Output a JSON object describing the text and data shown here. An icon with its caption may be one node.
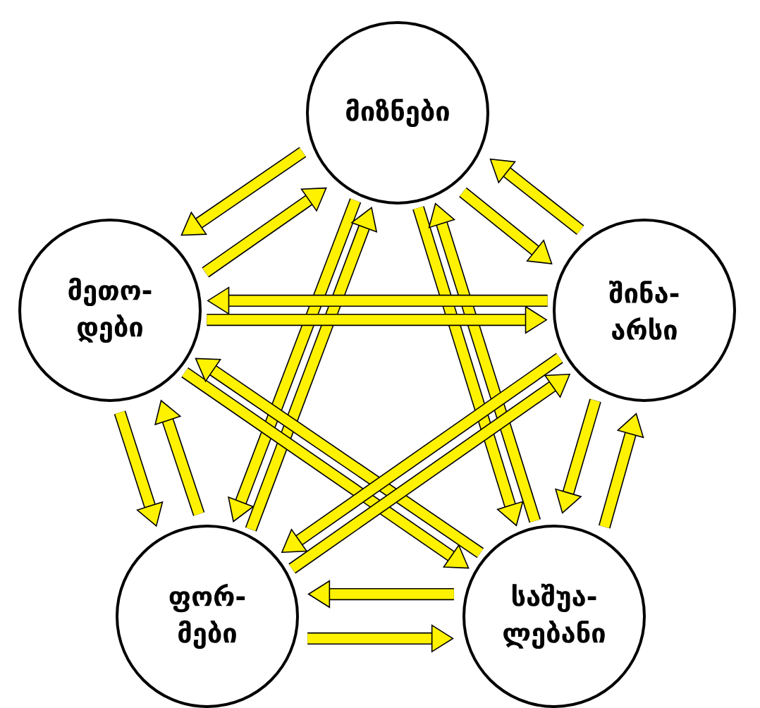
{
  "diagram": {
    "nodes": [
      {
        "text": [
          "მიზნები"
        ]
      },
      {
        "text": [
          "მეთო- დები"
        ]
      },
      {
        "text": [
          "შინა- არსი"
        ]
      },
      {
        "text": [
          "ფორ- მები"
        ]
      },
      {
        "text": [
          "საშუა- ლებანი"
        ]
      }
    ],
    "edges": [
      {
        "from": 0,
        "to": 1,
        "arrow": "to"
      },
      {
        "from": 1,
        "to": 0,
        "arrow": "to"
      },
      {
        "from": 0,
        "to": 2,
        "arrow": "to"
      },
      {
        "from": 2,
        "to": 0,
        "arrow": "to"
      },
      {
        "from": 0,
        "to": 3,
        "arrow": "to"
      },
      {
        "from": 3,
        "to": 0,
        "arrow": "to"
      },
      {
        "from": 0,
        "to": 4,
        "arrow": "to"
      },
      {
        "from": 4,
        "to": 0,
        "arrow": "to"
      },
      {
        "from": 1,
        "to": 2,
        "arrow": "to"
      },
      {
        "from": 2,
        "to": 1,
        "arrow": "to"
      },
      {
        "from": 1,
        "to": 3,
        "arrow": "to"
      },
      {
        "from": 3,
        "to": 1,
        "arrow": "to"
      },
      {
        "from": 1,
        "to": 4,
        "arrow": "to"
      },
      {
        "from": 4,
        "to": 1,
        "arrow": "to"
      },
      {
        "from": 2,
        "to": 3,
        "arrow": "to"
      },
      {
        "from": 3,
        "to": 2,
        "arrow": "to"
      },
      {
        "from": 2,
        "to": 4,
        "arrow": "to"
      },
      {
        "from": 4,
        "to": 2,
        "arrow": "to"
      },
      {
        "from": 3,
        "to": 4,
        "arrow": "to"
      },
      {
        "from": 4,
        "to": 3,
        "arrow": "to"
      }
    ]
  }
}
